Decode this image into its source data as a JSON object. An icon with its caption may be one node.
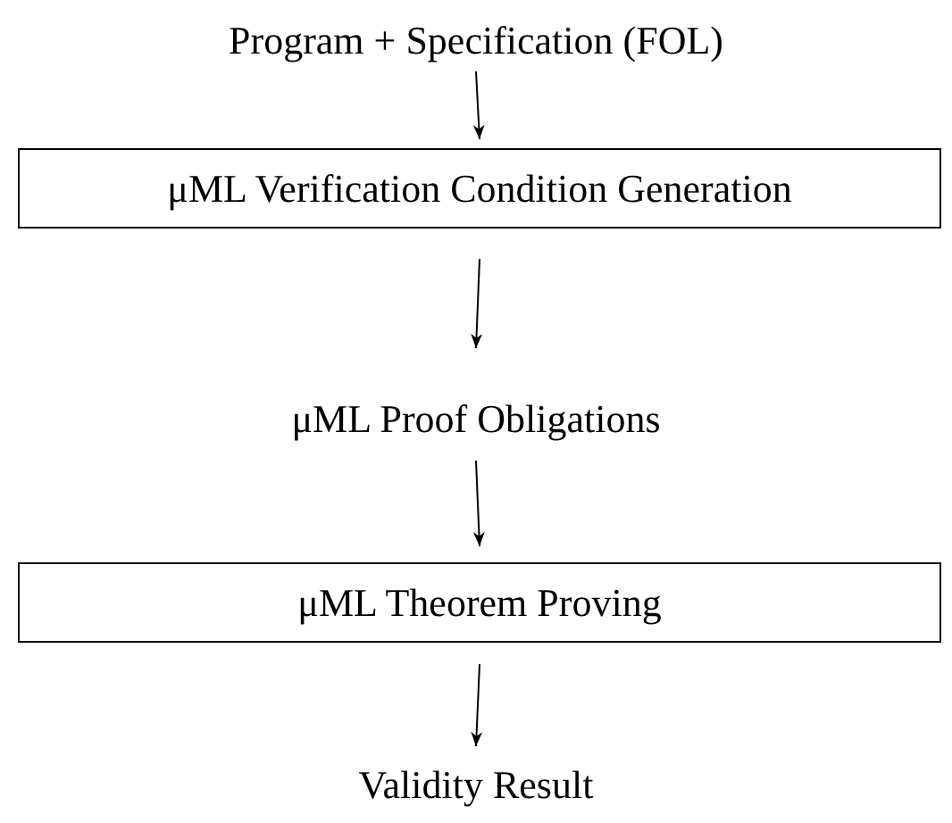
{
  "diagram": {
    "nodes": [
      {
        "text": [
          "Program + Specification (FOL)"
        ]
      },
      {
        "text": [
          "μML Verification Condition Generation"
        ]
      },
      {
        "text": [
          "μML Proof Obligations"
        ]
      },
      {
        "text": [
          "μML Theorem Proving"
        ]
      },
      {
        "text": [
          "Validity Result"
        ]
      }
    ],
    "edges": [
      {
        "from": 0,
        "to": 1,
        "arrow": "to"
      },
      {
        "from": 1,
        "to": 2,
        "arrow": "to"
      },
      {
        "from": 2,
        "to": 3,
        "arrow": "to"
      },
      {
        "from": 3,
        "to": 4,
        "arrow": "to"
      }
    ]
  }
}
